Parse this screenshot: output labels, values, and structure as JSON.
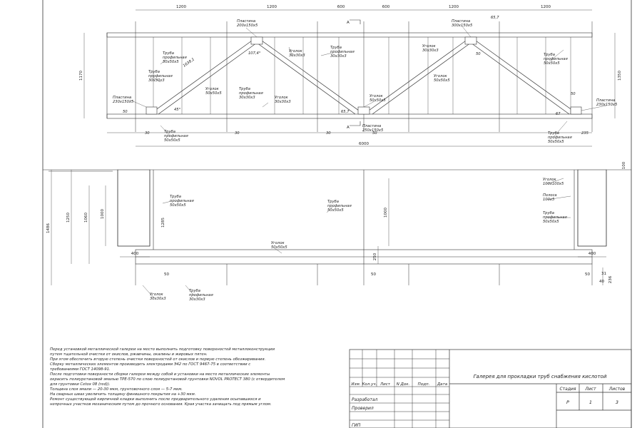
{
  "plan": {
    "top_dims": [
      "1200",
      "1200",
      "600",
      "600",
      "1200",
      "1200"
    ],
    "overall": "6000",
    "height_left": "1170",
    "height_right": "1350",
    "section_mark": "А",
    "callouts": [
      {
        "id": "plastina-top-left",
        "text": "Пластина\n200х150х5"
      },
      {
        "id": "angle-107",
        "text": "107,4°"
      },
      {
        "id": "ugolok-top",
        "text": "Уголок\n30х30х3"
      },
      {
        "id": "truba-30-top",
        "text": "Труба\nпрофильная\n30х30х3"
      },
      {
        "id": "truba-50-left",
        "text": "Труба\nпрофильная\n50х50х5"
      },
      {
        "id": "truba-30-left",
        "text": "Труба\nпрофильная\n30х30х3"
      },
      {
        "id": "len-1638",
        "text": "1638,1"
      },
      {
        "id": "ugolok-50",
        "text": "Уголок\n50х50х5"
      },
      {
        "id": "truba-30-mid",
        "text": "Труба\nпрофильная\n30х30х3"
      },
      {
        "id": "ugolok-30-mid",
        "text": "Уголок\n30х30х3"
      },
      {
        "id": "plastina-left",
        "text": "Пластина\n230х150х5"
      },
      {
        "id": "dim-50-left",
        "text": "50"
      },
      {
        "id": "dim-30-a",
        "text": "30"
      },
      {
        "id": "truba-50-bottom",
        "text": "Труба\nпрофильная\n50х50х5"
      },
      {
        "id": "dim-30-b",
        "text": "30"
      },
      {
        "id": "dim-30-c",
        "text": "30"
      },
      {
        "id": "ugolok-50-center",
        "text": "Уголок\n50х50х5"
      },
      {
        "id": "angle-65",
        "text": "65,7"
      },
      {
        "id": "plastina-center",
        "text": "Пластина\n250х150х5"
      },
      {
        "id": "dim-50-center",
        "text": "50"
      },
      {
        "id": "plastina-top-right",
        "text": "Пластина\n300х150х5"
      },
      {
        "id": "angle-65r",
        "text": "65,7"
      },
      {
        "id": "ugolok-right",
        "text": "Уголок\n30х30х3"
      },
      {
        "id": "ugolok-right2",
        "text": "Уголок\n50х50х5"
      },
      {
        "id": "truba-50-right",
        "text": "Труба\nпрофильная\n50х50х5"
      },
      {
        "id": "plastina-right",
        "text": "Пластина\n230х150х5"
      },
      {
        "id": "dim-50-right",
        "text": "50"
      },
      {
        "id": "dim-67",
        "text": "67"
      },
      {
        "id": "dim-235",
        "text": "235"
      },
      {
        "id": "truba-50-bottom-right",
        "text": "Труба\nпрофильная\n50х50х5"
      },
      {
        "id": "dim-50-plate",
        "text": "50"
      },
      {
        "id": "angle-45",
        "text": "45°"
      }
    ]
  },
  "elevation": {
    "dims_left": [
      "1486",
      "1250",
      "1060",
      "1000"
    ],
    "dim_1285": "1285",
    "dim_1000_mid": "1000",
    "dim_250": "250",
    "dim_400_left": "400",
    "dim_400_right": "400",
    "dim_50_a": "50",
    "dim_50_b": "50",
    "dim_50_c": "50",
    "dim_236": "236",
    "dim_31": "31",
    "dim_40": "40",
    "dim_top_right": "100",
    "callouts": [
      {
        "id": "e-truba-left",
        "text": "Труба\nпрофильная\n50х50х5"
      },
      {
        "id": "e-truba-mid",
        "text": "Труба\nпрофильная\n50х50х5"
      },
      {
        "id": "e-ugolok-100",
        "text": "Уголок\n100х100х5"
      },
      {
        "id": "e-polosa",
        "text": "Полоса\n100х5"
      },
      {
        "id": "e-truba-right",
        "text": "Труба\nпрофильная\n50х50х5"
      },
      {
        "id": "e-ugolok-bottom",
        "text": "Уголок\n50х50х5"
      },
      {
        "id": "e-ugolok-low",
        "text": "Уголок\n30х30х3"
      },
      {
        "id": "e-truba-low",
        "text": "Труба\nпрофильная\n30х30х3"
      }
    ]
  },
  "notes": [
    "Перед установкой металлической галереи на место выполнить подготовку поверхностей металлоконструкции",
    "путем тщательной очистки от окислов, ржавчины, окалины и жировых пятен.",
    "При этом обеспечить вторую степень очистки поверхностей от окислов и первую степень обезжиривания.",
    "Сборку металлических элементов производить электродами Э42 по ГОСТ 9467-75 в соответствии с",
    "требованиями ГОСТ 14098-91.",
    "После подготовки поверхности сборки галереи между собой и установки на место металлические элементы",
    "окрасить полиуретановой эмалью ТРЕ-570 по слою полиуретановой грунтовки NOVOL PROTECT 380 (с отвердителем",
    "для грунтовки Cetox 08 (red)).",
    "Толщина слоя эмали — 20-30 мкм, грунтовочного слоя — 5-7 мкм.",
    "На сварных швах увеличить толщину финишного покрытия на +30 мкм.",
    "Ремонт существующей кирпичной кладки выполнить после предварительного удаления осыпавшихся и",
    "непрочных участков механическим путем до прочного основания. Края участка зачищать под прямым углом."
  ],
  "title_block": {
    "title": "Галерея для прокладки труб снабжения кислотой",
    "headers": [
      "Изм.",
      "Кол.уч.",
      "Лист",
      "N Док.",
      "Подп.",
      "Дата"
    ],
    "roles": [
      "Разработал",
      "Проверил",
      "",
      "ГИП"
    ],
    "stage_header": "Стадия",
    "sheet_header": "Лист",
    "sheets_header": "Листов",
    "stage": "Р",
    "sheet": "1",
    "sheets": "3"
  }
}
